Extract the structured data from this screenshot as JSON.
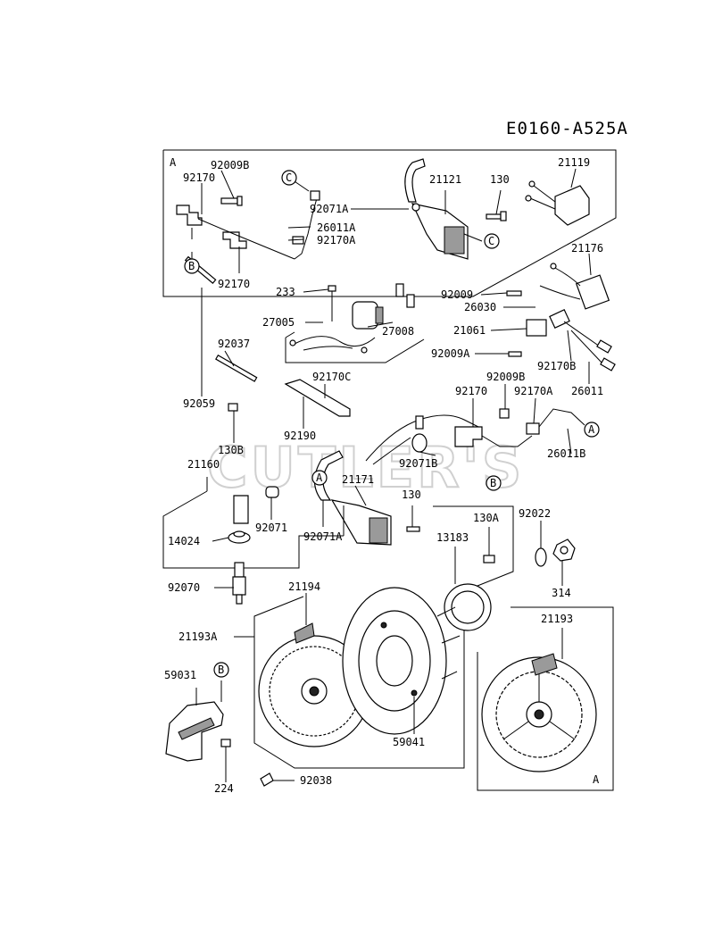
{
  "diagram": {
    "title": "E0160-A525A",
    "watermark": "CUTLER'S",
    "box_labels": {
      "box_a_top": "A",
      "box_a_bottom": "A"
    },
    "callouts": {
      "c1": "C",
      "c2": "C",
      "b1": "B",
      "b2": "B",
      "b3": "B",
      "a1": "A",
      "a2": "A"
    },
    "part_numbers": {
      "p92009B_top": "92009B",
      "p92170_top": "92170",
      "p92170_bot": "92170",
      "p92071A_top": "92071A",
      "p26011A": "26011A",
      "p92170A_top": "92170A",
      "p21121": "21121",
      "p130_top": "130",
      "p21119": "21119",
      "p21176": "21176",
      "p233": "233",
      "p27005": "27005",
      "p27008": "27008",
      "p92009": "92009",
      "p26030": "26030",
      "p21061": "21061",
      "p92009A": "92009A",
      "p92170B": "92170B",
      "p26011": "26011",
      "p92037": "92037",
      "p92059": "92059",
      "p130B": "130B",
      "p92170C": "92170C",
      "p92190": "92190",
      "p92009B_mid": "92009B",
      "p92170_mid": "92170",
      "p92170A_mid": "92170A",
      "p26011B": "26011B",
      "p92071B": "92071B",
      "p21160": "21160",
      "p21171": "21171",
      "p130_mid": "130",
      "p92071": "92071",
      "p92071A_mid": "92071A",
      "p14024": "14024",
      "p92070": "92070",
      "p130A": "130A",
      "p13183": "13183",
      "p92022": "92022",
      "p314": "314",
      "p21194": "21194",
      "p21193A": "21193A",
      "p21193": "21193",
      "p59031": "59031",
      "p224": "224",
      "p59041": "59041",
      "p92038": "92038"
    }
  }
}
